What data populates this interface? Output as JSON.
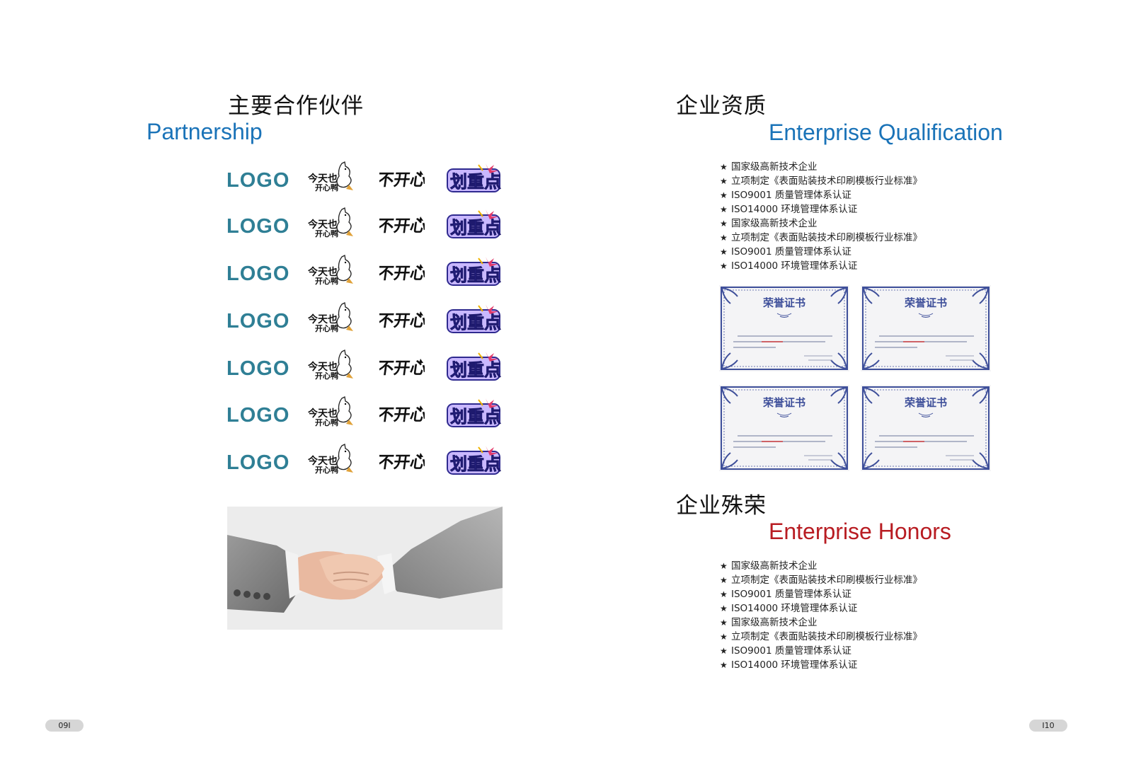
{
  "left_page": {
    "title_cn": "主要合作伙伴",
    "title_en": "Partnership",
    "logo_rows": [
      {
        "logo_text": "LOGO"
      },
      {
        "logo_text": "LOGO"
      },
      {
        "logo_text": "LOGO"
      },
      {
        "logo_text": "LOGO"
      },
      {
        "logo_text": "LOGO"
      },
      {
        "logo_text": "LOGO"
      },
      {
        "logo_text": "LOGO"
      }
    ],
    "page_number": "09I"
  },
  "right_page": {
    "qualification": {
      "title_cn": "企业资质",
      "title_en": "Enterprise Qualification",
      "items": [
        "国家级高新技术企业",
        "立项制定《表面贴装技术印刷模板行业标准》",
        "ISO9001 质量管理体系认证",
        "ISO14000 环境管理体系认证",
        "国家级高新技术企业",
        "立项制定《表面贴装技术印刷模板行业标准》",
        "ISO9001 质量管理体系认证",
        "ISO14000 环境管理体系认证"
      ],
      "certificate_title": "荣誉证书"
    },
    "honors": {
      "title_cn": "企业殊荣",
      "title_en": "Enterprise Honors",
      "items": [
        "国家级高新技术企业",
        "立项制定《表面贴装技术印刷模板行业标准》",
        "ISO9001 质量管理体系认证",
        "ISO14000 环境管理体系认证",
        "国家级高新技术企业",
        "立项制定《表面贴装技术印刷模板行业标准》",
        "ISO9001 质量管理体系认证",
        "ISO14000 环境管理体系认证"
      ]
    },
    "page_number": "I10"
  },
  "colors": {
    "title_blue": "#1a73b8",
    "logo_teal": "#2f7f95",
    "honors_red": "#b81c22",
    "cert_border": "#3e4f9a"
  },
  "icons": {
    "star": "★"
  }
}
